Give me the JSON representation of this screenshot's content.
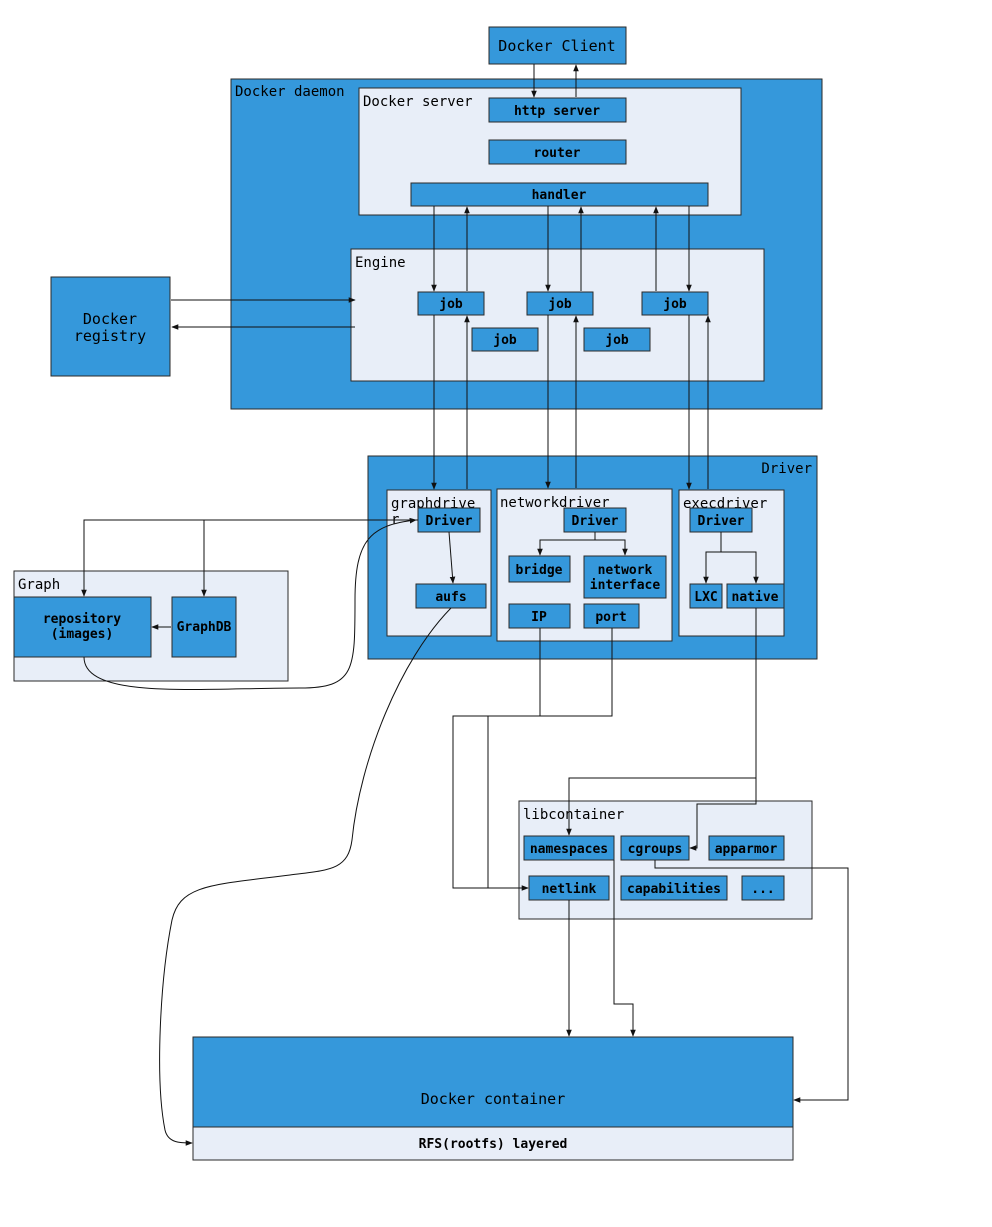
{
  "docker_client": "Docker Client",
  "daemon": {
    "title": "Docker daemon",
    "server": {
      "title": "Docker server",
      "http_server": "http server",
      "router": "router",
      "handler": "handler"
    },
    "engine": {
      "title": "Engine",
      "jobs": [
        "job",
        "job",
        "job",
        "job",
        "job"
      ]
    }
  },
  "registry": [
    "Docker",
    "registry"
  ],
  "driver": {
    "title": "Driver",
    "graphdriver": {
      "title_lines": [
        "graphdrive",
        "r"
      ],
      "driver": "Driver",
      "aufs": "aufs"
    },
    "networkdriver": {
      "title": "networkdriver",
      "driver": "Driver",
      "bridge": "bridge",
      "network_interface": [
        "network",
        "interface"
      ],
      "ip": "IP",
      "port": "port"
    },
    "execdriver": {
      "title": "execdriver",
      "driver": "Driver",
      "lxc": "LXC",
      "native": "native"
    }
  },
  "graph": {
    "title": "Graph",
    "repository": [
      "repository",
      "(images)"
    ],
    "graphdb": "GraphDB"
  },
  "libcontainer": {
    "title": "libcontainer",
    "items": [
      "namespaces",
      "cgroups",
      "apparmor",
      "netlink",
      "capabilities",
      "..."
    ]
  },
  "container": {
    "title": "Docker container",
    "rootfs": "RFS(rootfs) layered"
  },
  "colors": {
    "box_blue": "#3598db",
    "panel_light": "#e8eef8",
    "line": "#111111"
  }
}
